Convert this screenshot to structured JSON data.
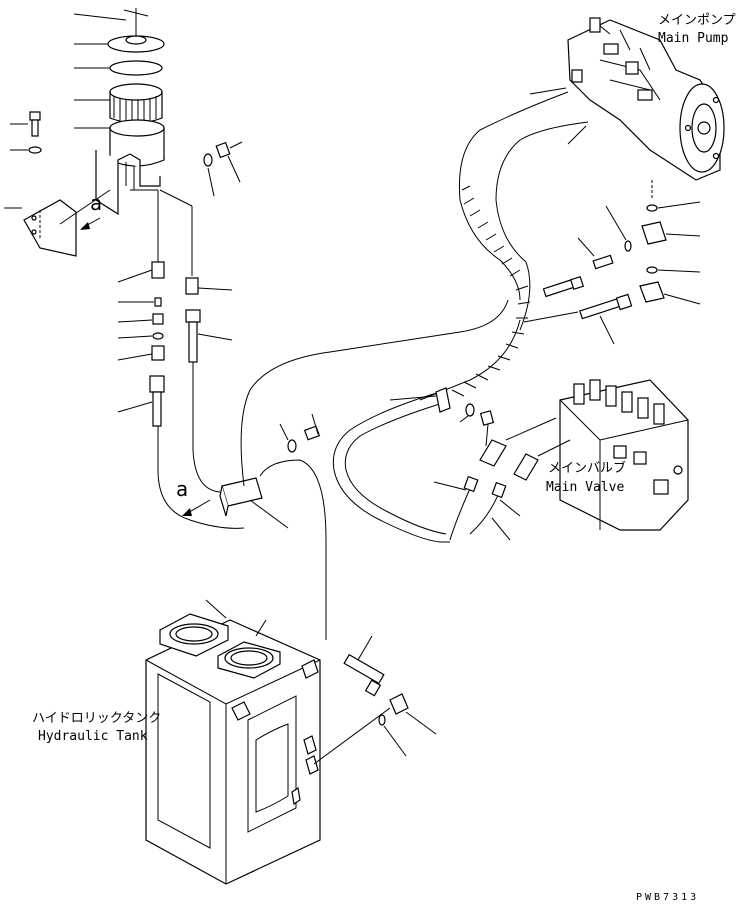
{
  "labels": {
    "main_pump_jp": "メインポンプ",
    "main_pump_en": "Main Pump",
    "main_valve_jp": "メインバルブ",
    "main_valve_en": "Main Valve",
    "tank_jp": "ハイドロリックタンク",
    "tank_en": "Hydraulic Tank",
    "view_marker_1": "a",
    "view_marker_2": "a",
    "drawing_code": "PWB7313"
  }
}
